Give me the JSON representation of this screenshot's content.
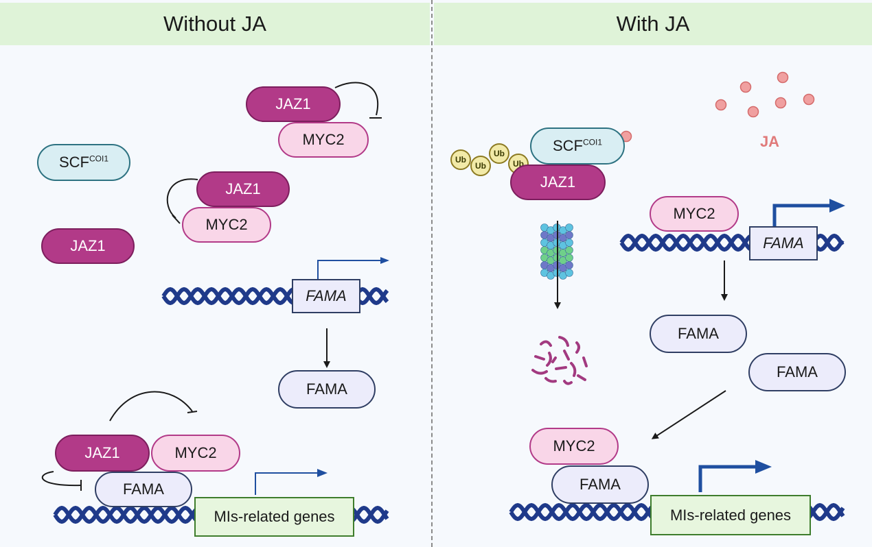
{
  "headers": {
    "left": "Without JA",
    "right": "With JA"
  },
  "proteins": {
    "jaz1": "JAZ1",
    "myc2": "MYC2",
    "fama": "FAMA",
    "scf_base": "SCF",
    "scf_sup": "COI1"
  },
  "gene": {
    "fama": "FAMA",
    "mis": "MIs-related genes"
  },
  "ligand": {
    "ja": "JA"
  },
  "ubiquitin": "Ub",
  "colors": {
    "jaz1_fill": "#b23a88",
    "myc2_fill": "#f9d6e8",
    "fama_fill": "#ececfb",
    "scf_fill": "#d9eef3",
    "target_fill": "#e7f6de",
    "header_fill": "#dff3d8",
    "dna": "#1f3a8a",
    "ja_dot": "#f0a0a0",
    "ub": "#f2eaa8"
  }
}
